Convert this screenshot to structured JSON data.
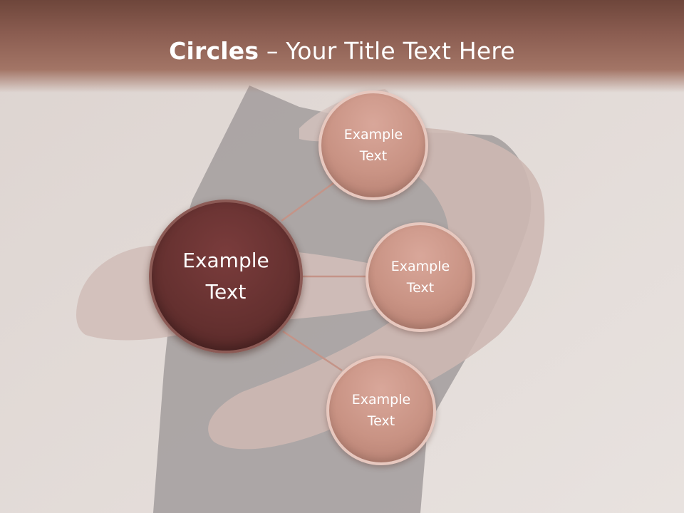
{
  "slide": {
    "title_bold": "Circles",
    "title_rest": " – Your Title Text Here"
  },
  "diagram": {
    "center": {
      "label": "Example\nText"
    },
    "nodes": [
      {
        "label": "Example\nText"
      },
      {
        "label": "Example\nText"
      },
      {
        "label": "Example\nText"
      }
    ]
  },
  "colors": {
    "title_bar": "#8a5c50",
    "center_circle": "#64302f",
    "node_circle": "#c99384",
    "connector": "#c49488"
  }
}
